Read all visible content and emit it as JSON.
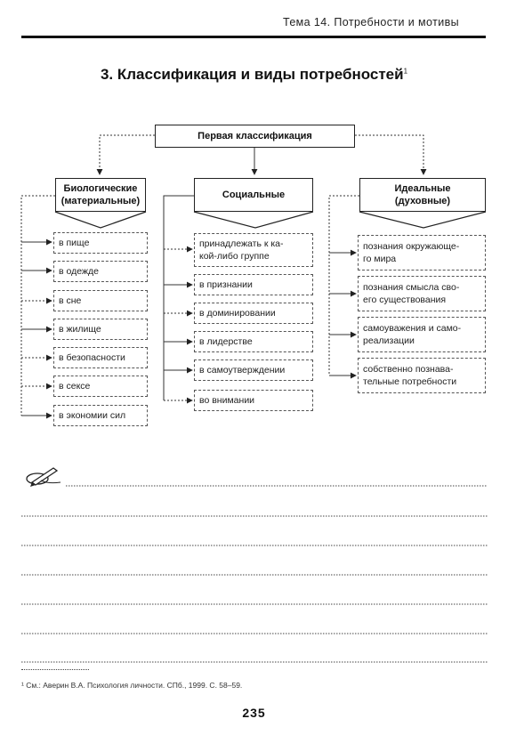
{
  "header": "Тема 14. Потребности и мотивы",
  "title": "3. Классификация и виды потребностей",
  "title_footnote_mark": "1",
  "diagram": {
    "root": "Первая классификация",
    "columns": [
      {
        "heading_line1": "Биологические",
        "heading_line2": "(материальные)",
        "items": [
          "в пище",
          "в одежде",
          "в сне",
          "в жилище",
          "в безопасности",
          "в сексе",
          "в экономии сил"
        ]
      },
      {
        "heading_line1": "Социальные",
        "heading_line2": "",
        "items": [
          "принадлежать к ка-\nкой-либо группе",
          "в признании",
          "в доминировании",
          "в лидерстве",
          "в самоутверждении",
          "во внимании"
        ]
      },
      {
        "heading_line1": "Идеальные",
        "heading_line2": "(духовные)",
        "items": [
          "познания окружающе-\nго мира",
          "познания смысла сво-\nего существования",
          "самоуважения и само-\nреализации",
          "собственно познава-\nтельные потребности"
        ]
      }
    ]
  },
  "footnote": "¹ См.: Аверин В.А. Психология личности. СПб., 1999. С. 58–59.",
  "page_number": "235"
}
